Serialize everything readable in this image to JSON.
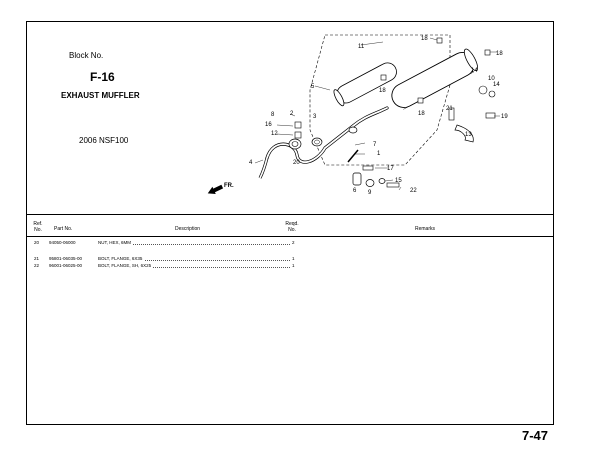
{
  "header": {
    "block_no_label": "Block No.",
    "block_code": "F-16",
    "block_title": "EXHAUST MUFFLER",
    "model": "2006 NSF100"
  },
  "diagram": {
    "callouts": [
      "1",
      "2",
      "3",
      "4",
      "5",
      "6",
      "7",
      "8",
      "9",
      "10",
      "11",
      "12",
      "13",
      "14",
      "14",
      "15",
      "16",
      "17",
      "18",
      "18",
      "18",
      "18",
      "19",
      "20",
      "21",
      "22"
    ],
    "front_label": "FR."
  },
  "table": {
    "headers": {
      "ref": "Ref.",
      "ref2": "No.",
      "part_no": "Part No.",
      "description": "Description",
      "reqd": "Reqd.",
      "reqd2": "No.",
      "remarks": "Remarks"
    },
    "rows": [
      {
        "ref": "20",
        "part_no": "94050-06000",
        "description": "NUT, HEX, 6MM",
        "qty": "2"
      },
      {
        "ref": "21",
        "part_no": "95801-06035-00",
        "description": "BOLT, FLANGE, 6X35",
        "qty": "1"
      },
      {
        "ref": "22",
        "part_no": "96001-06025-00",
        "description": "BOLT, FLANGE, SH, 6X25",
        "qty": "1"
      }
    ]
  },
  "footer": {
    "page_number": "7-47"
  }
}
